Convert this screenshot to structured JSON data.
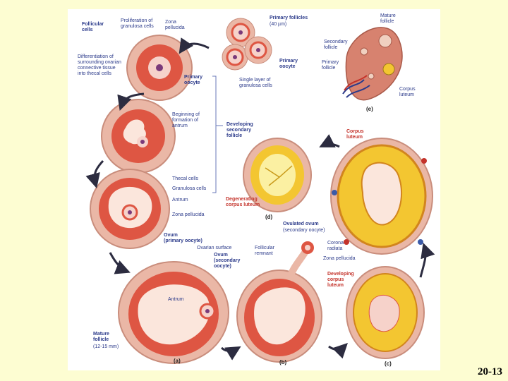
{
  "slide_number": "20-13",
  "labels": {
    "follicular_cells": "Follicular\ncells",
    "proliferation": "Proliferation of\ngranulosa cells",
    "zona_pellucida_top": "Zona\npellucida",
    "primary_follicles": "Primary follicles",
    "primary_follicles_size": "(40 µm)",
    "mature_follicle_top": "Mature\nfollicle",
    "secondary_follicle": "Secondary\nfollicle",
    "primary_follicle_e": "Primary\nfollicle",
    "corpus_luteum_e": "Corpus\nluteum",
    "differentiation": "Differentiation of\nsurrounding ovarian\nconnective tissue\ninto thecal cells",
    "primary_oocyte_1": "Primary\noocyte",
    "primary_oocyte_2": "Primary\noocyte",
    "single_layer": "Single layer of\ngranulosa cells",
    "beginning_antrum": "Beginning of\nformation of\nantrum",
    "developing_secondary": "Developing\nsecondary\nfollicle",
    "corpus_luteum_big": "Corpus\nluteum",
    "thecal_cells": "Thecal cells",
    "granulosa_cells": "Granulosa cells",
    "antrum_side": "Antrum",
    "zona_pellucida_mid": "Zona pellucida",
    "degenerating": "Degenerating\ncorpus luteum",
    "ovum_primary": "Ovum\n(primary oocyte)",
    "ovulated_ovum": "Ovulated ovum",
    "ovulated_ovum_sub": "(secondary oocyte)",
    "ovarian_surface": "Ovarian surface",
    "follicular_remnant": "Follicular\nremnant",
    "corona_radiata": "Corona\nradiata",
    "zona_pellucida_low": "Zona pellucida",
    "ovum_secondary": "Ovum\n(secondary\noocyte)",
    "developing_corpus": "Developing\ncorpus\nluteum",
    "antrum_a": "Antrum",
    "mature_follicle_bottom": "Mature\nfollicle",
    "mature_follicle_size": "(12-15 mm)",
    "panel_a": "(a)",
    "panel_b": "(b)",
    "panel_c": "(c)",
    "panel_d": "(d)",
    "panel_e": "(e)"
  },
  "colors": {
    "background": "#fdfdd2",
    "label_text": "#2b3a8a",
    "label_red": "#c4322a",
    "arrow": "#2c2c40",
    "theca": "#eab7a6",
    "granulosa": "#de5643",
    "antrum": "#fbe6dc",
    "luteum": "#f3c631",
    "luteum_core": "#fbf0a2"
  }
}
